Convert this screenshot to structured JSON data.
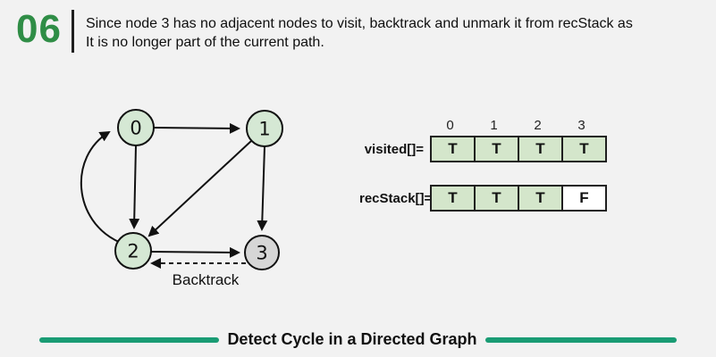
{
  "header": {
    "step_number": "06",
    "description_line1": "Since node 3 has no adjacent nodes to visit, backtrack and unmark it from recStack as",
    "description_line2": "It is no longer part of the current path."
  },
  "graph": {
    "nodes": [
      {
        "label": "0",
        "state": "visiting"
      },
      {
        "label": "1",
        "state": "visiting"
      },
      {
        "label": "2",
        "state": "visiting"
      },
      {
        "label": "3",
        "state": "backtracked"
      }
    ],
    "edges": [
      "0->1",
      "0->2",
      "1->2",
      "1->3",
      "2->0",
      "2->3"
    ],
    "backtrack_edge": "3->2",
    "backtrack_label": "Backtrack"
  },
  "arrays": {
    "index_labels": [
      "0",
      "1",
      "2",
      "3"
    ],
    "rows": [
      {
        "label": "visited[]=",
        "values": [
          "T",
          "T",
          "T",
          "T"
        ]
      },
      {
        "label": "recStack[]=",
        "values": [
          "T",
          "T",
          "T",
          "F"
        ]
      }
    ]
  },
  "footer": {
    "title": "Detect Cycle in a Directed Graph"
  },
  "colors": {
    "accent_green": "#2f8d46",
    "footer_bar_green": "#1a9c74",
    "node_green": "#d5e8d4",
    "node_gray": "#d6d6d6",
    "cell_green": "#d4e6cb",
    "cell_white": "#ffffff",
    "edge_black": "#111111",
    "background": "#f2f2f2"
  }
}
